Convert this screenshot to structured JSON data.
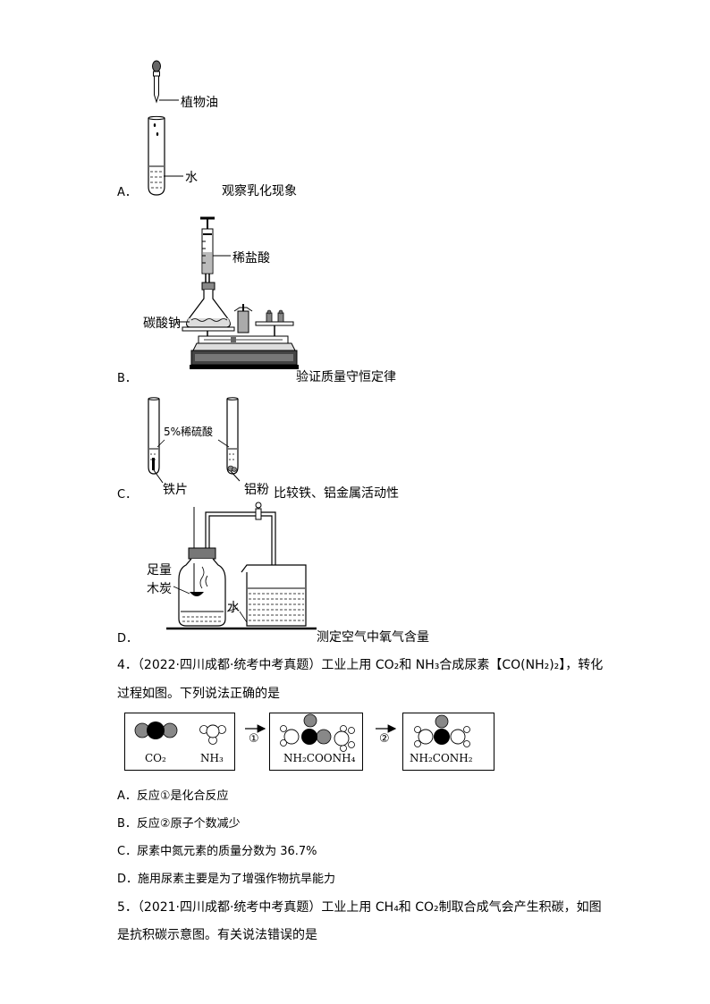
{
  "figA": {
    "label": "A．",
    "oil": "植物油",
    "water": "水",
    "caption": "观察乳化现象"
  },
  "figB": {
    "label": "B．",
    "acid": "稀盐酸",
    "carbonate": "碳酸钠",
    "caption": "验证质量守恒定律"
  },
  "figC": {
    "label": "C．",
    "acid": "5%稀硫酸",
    "iron": "铁片",
    "al": "铝粉",
    "caption": "比较铁、铝金属活动性"
  },
  "figD": {
    "label": "D．",
    "charcoal1": "足量",
    "charcoal2": "木炭",
    "water": "水",
    "caption": "测定空气中氧气含量"
  },
  "q4": {
    "line1": "4．（2022·四川成都·统考中考真题）工业上用 CO₂和 NH₃合成尿素【CO(NH₂)₂】，转化",
    "line2": "过程如图。下列说法正确的是",
    "diagram": {
      "box1": {
        "label_a": "CO₂",
        "label_b": "NH₃"
      },
      "step1": "①",
      "box2": {
        "label": "NH₂COONH₄"
      },
      "step2": "②",
      "box3": {
        "label": "NH₂CONH₂"
      }
    },
    "options": [
      "A．反应①是化合反应",
      "B．反应②原子个数减少",
      "C．尿素中氮元素的质量分数为 36.7%",
      "D．施用尿素主要是为了增强作物抗旱能力"
    ]
  },
  "q5": {
    "line1": "5．（2021·四川成都·统考中考真题）工业上用 CH₄和 CO₂制取合成气会产生积碳，如图",
    "line2": "是抗积碳示意图。有关说法错误的是"
  }
}
